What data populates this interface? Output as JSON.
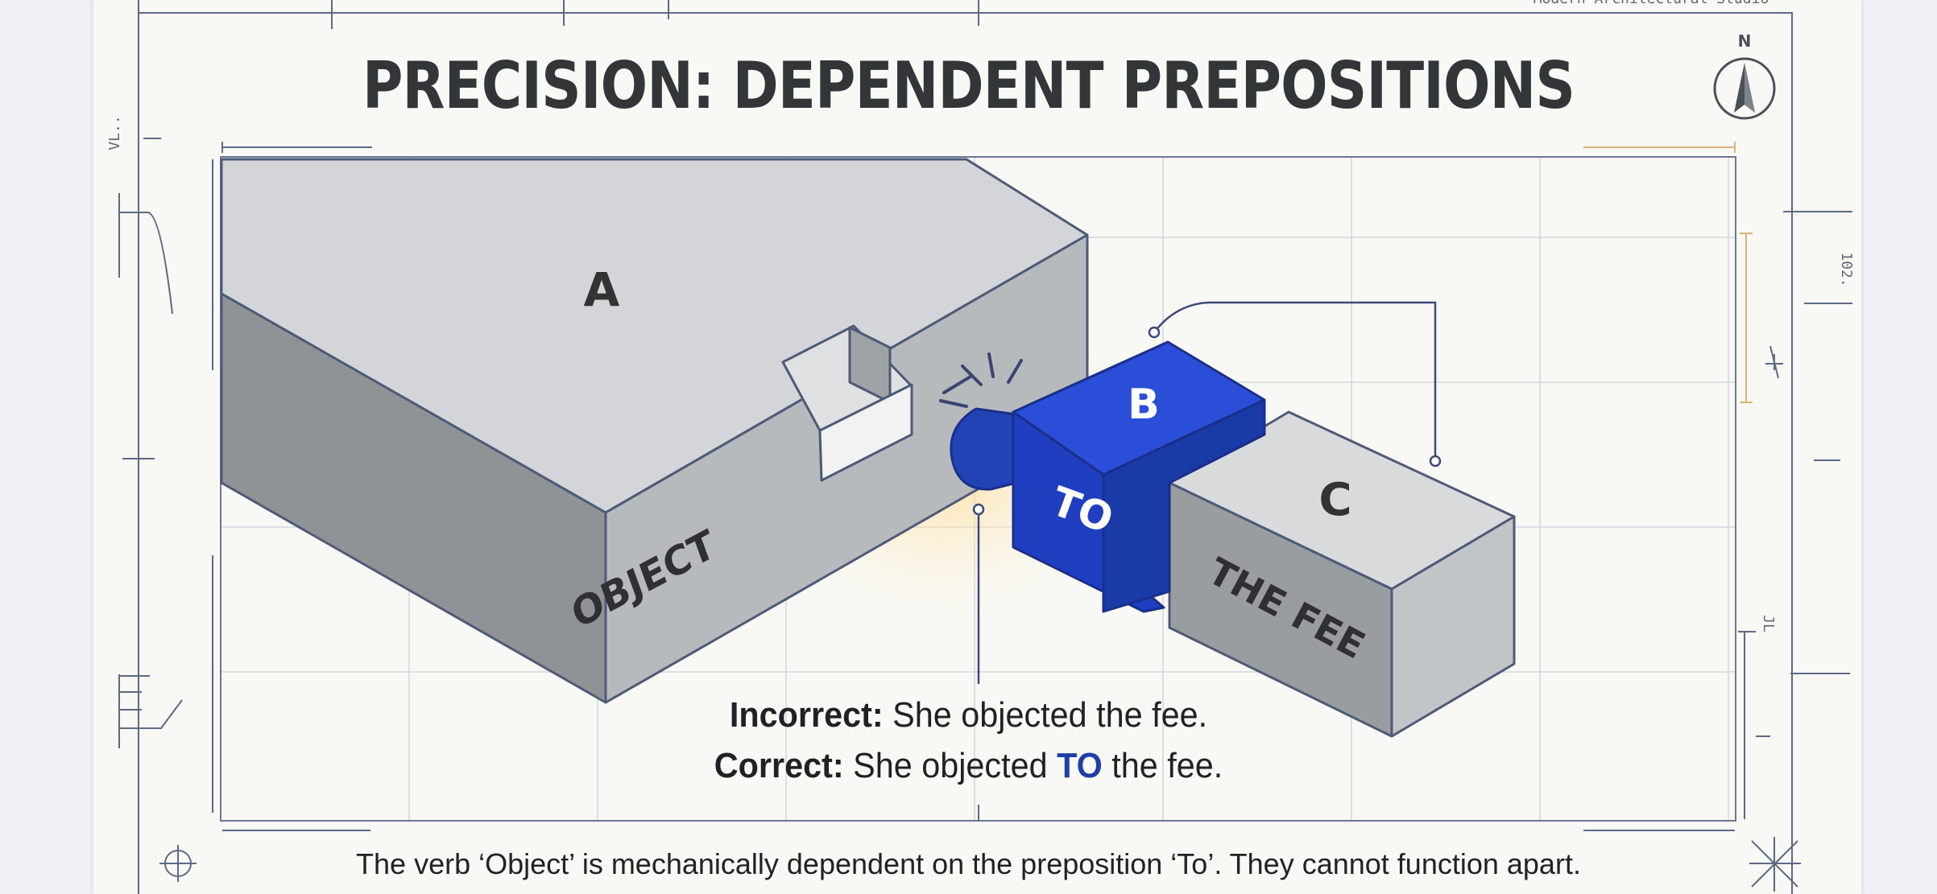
{
  "header": {
    "corner_text": "Modern Architectural Studio",
    "title": "PRECISION: DEPENDENT PREPOSITIONS"
  },
  "compass": {
    "letter": "N"
  },
  "blocks": {
    "a": {
      "letter": "A",
      "word": "OBJECT",
      "color": "#c9ccce"
    },
    "b": {
      "letter": "B",
      "word": "TO",
      "color": "#1e3fc6"
    },
    "c": {
      "letter": "C",
      "word": "THE FEE",
      "color": "#c9ccce"
    }
  },
  "examples": {
    "incorrect": {
      "label": "Incorrect:",
      "text": " She objected the fee."
    },
    "correct": {
      "label": "Correct:",
      "before": " She objected ",
      "highlight": "TO",
      "after": " the fee."
    }
  },
  "caption": "The verb ‘Object’ is mechanically dependent on the preposition ‘To’. They cannot function apart.",
  "margin_marks": {
    "left_top": "VL..",
    "right_top": "102.",
    "right_mid": "JL"
  }
}
